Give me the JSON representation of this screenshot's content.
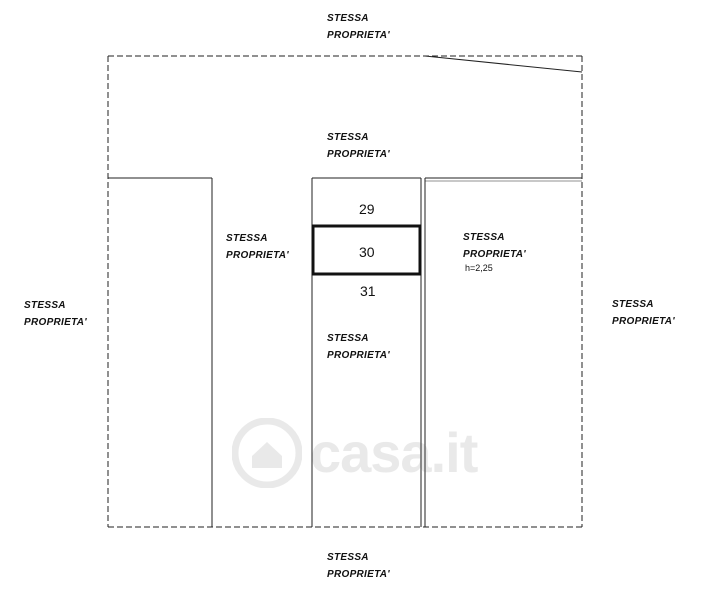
{
  "labels": {
    "top": {
      "line1": "STESSA",
      "line2": "PROPRIETA'"
    },
    "upper_center": {
      "line1": "STESSA",
      "line2": "PROPRIETA'"
    },
    "mid_left": {
      "line1": "STESSA",
      "line2": "PROPRIETA'"
    },
    "mid_right": {
      "line1": "STESSA",
      "line2": "PROPRIETA'"
    },
    "far_left": {
      "line1": "STESSA",
      "line2": "PROPRIETA'"
    },
    "far_right": {
      "line1": "STESSA",
      "line2": "PROPRIETA'"
    },
    "center": {
      "line1": "STESSA",
      "line2": "PROPRIETA'"
    },
    "bottom": {
      "line1": "STESSA",
      "line2": "PROPRIETA'"
    }
  },
  "height_note": "h=2,25",
  "units": {
    "upper": "29",
    "highlighted": "30",
    "lower": "31"
  },
  "watermark": {
    "text": "casa.it"
  }
}
